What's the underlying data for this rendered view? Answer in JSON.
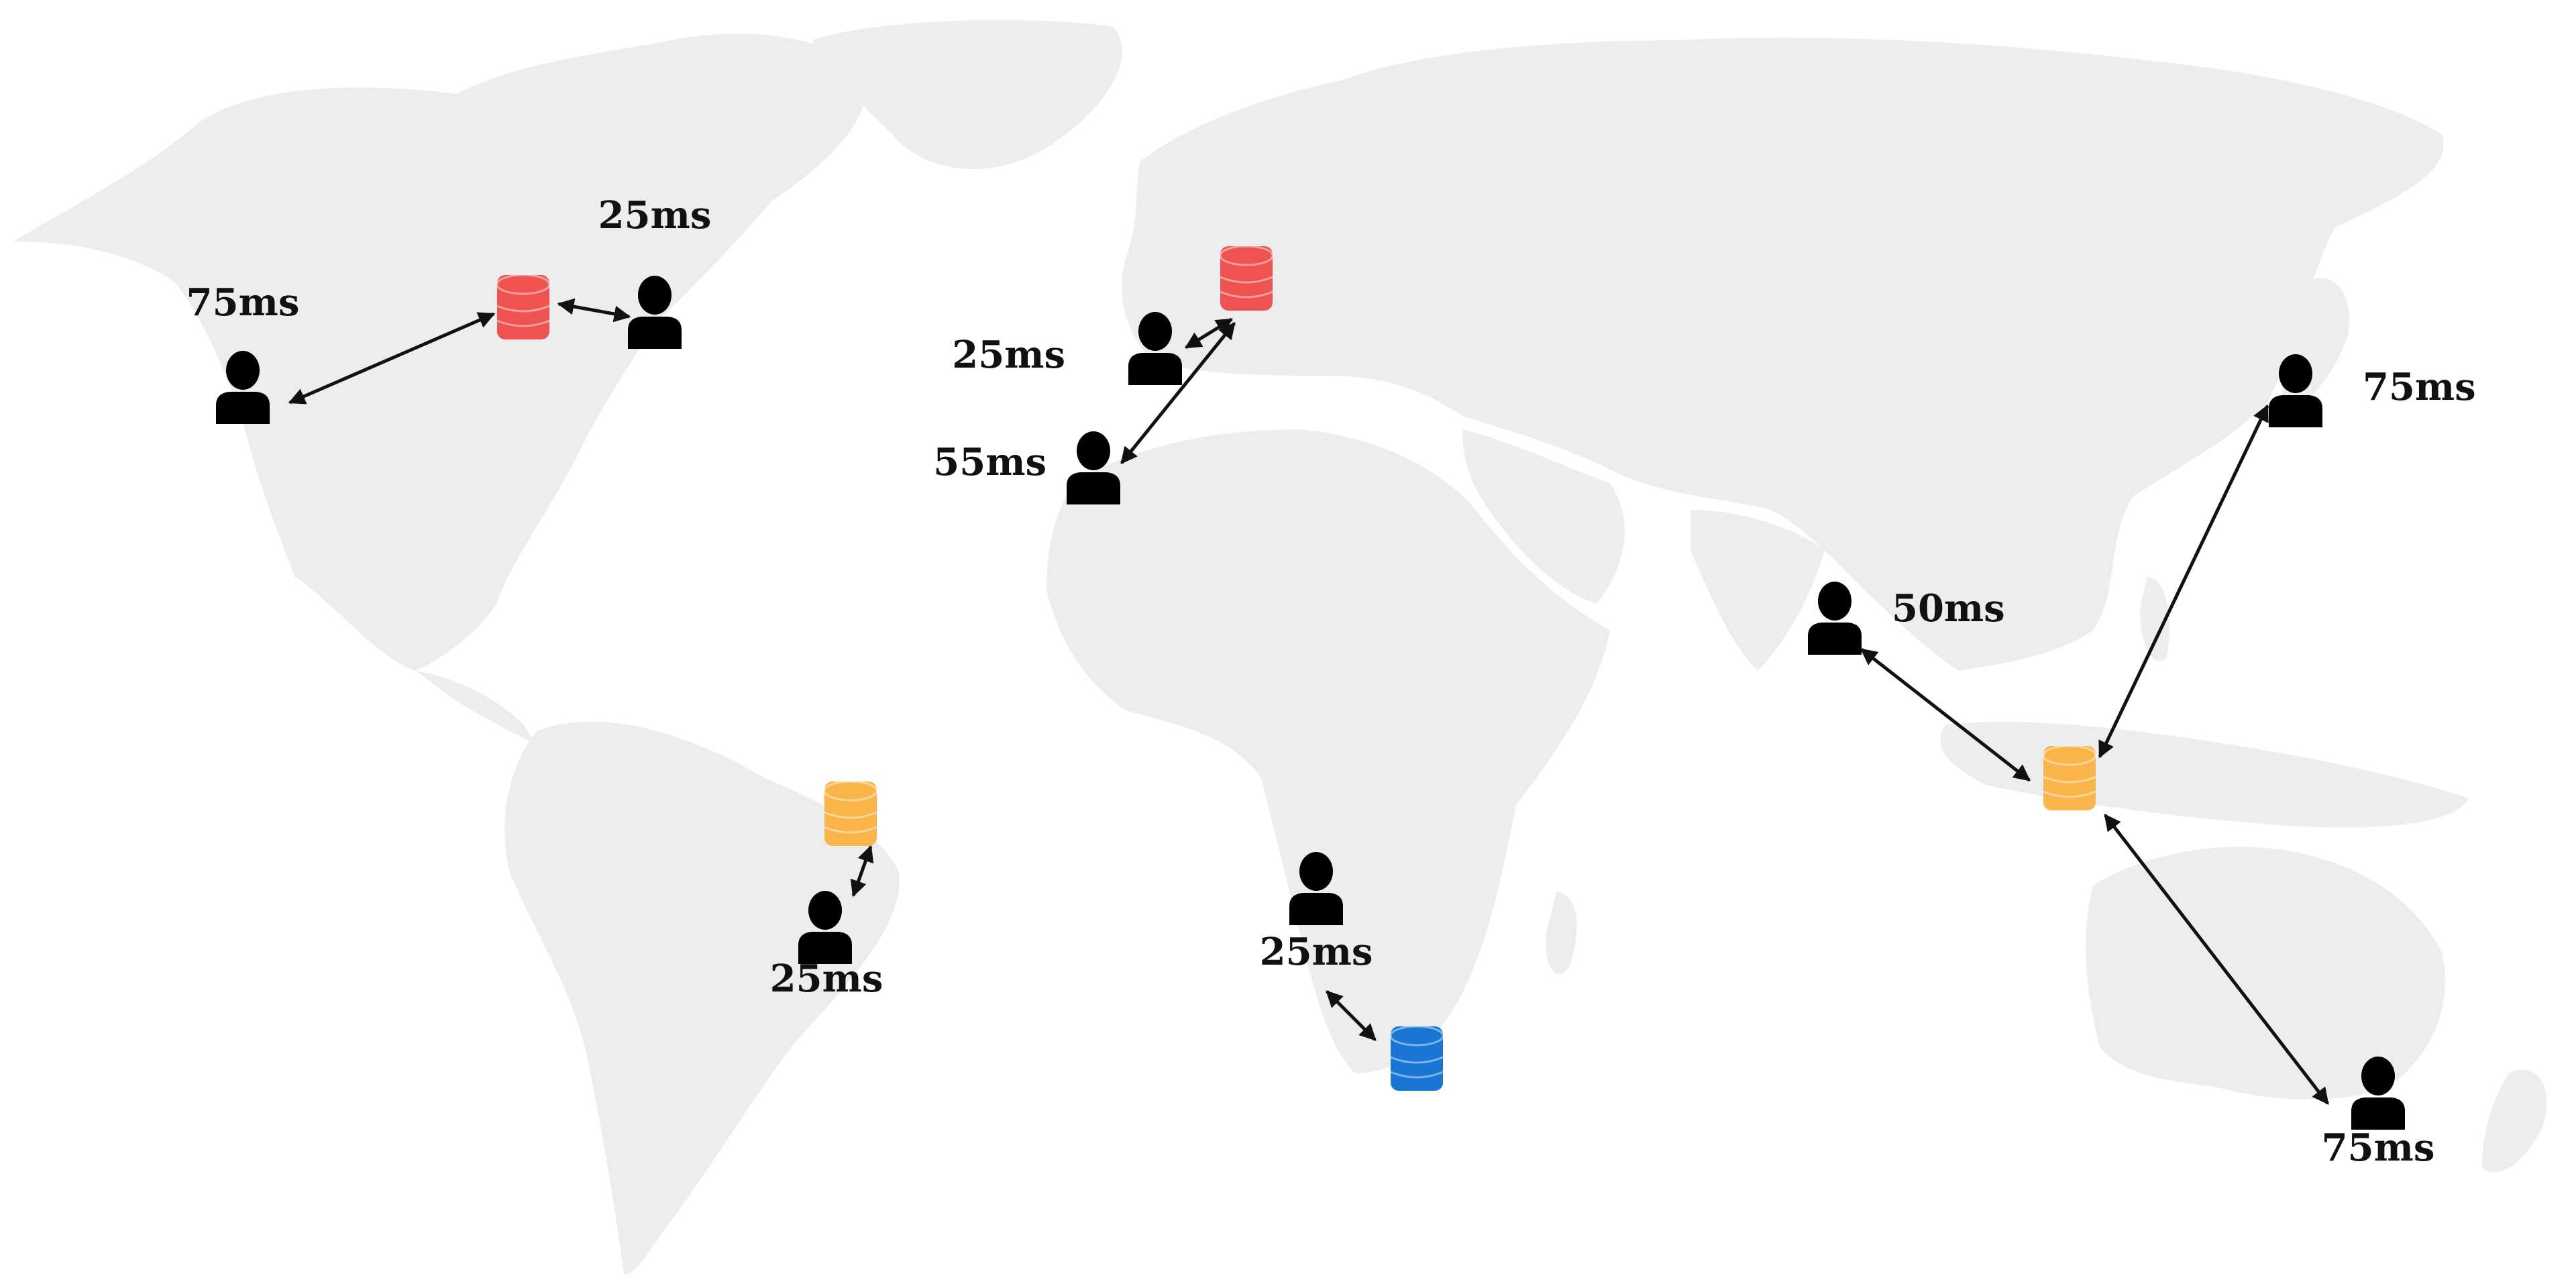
{
  "colors": {
    "land": "#ecedee",
    "user": "#000000",
    "arrow": "#111111",
    "db_red": "#ef5350",
    "db_orange": "#f9b54a",
    "db_blue": "#1976d2"
  },
  "servers": [
    {
      "id": "north-america",
      "color": "red"
    },
    {
      "id": "europe",
      "color": "red"
    },
    {
      "id": "south-america",
      "color": "orange"
    },
    {
      "id": "southeast-asia",
      "color": "orange"
    },
    {
      "id": "south-africa",
      "color": "blue"
    }
  ],
  "users": [
    {
      "id": "us-west",
      "server": "north-america",
      "latency": "75ms",
      "icon": "user-icon"
    },
    {
      "id": "us-east",
      "server": "north-america",
      "latency": "25ms",
      "icon": "user-icon"
    },
    {
      "id": "europe-central",
      "server": "europe",
      "latency": "25ms",
      "icon": "user-icon"
    },
    {
      "id": "north-africa",
      "server": "europe",
      "latency": "55ms",
      "icon": "user-icon"
    },
    {
      "id": "brazil",
      "server": "south-america",
      "latency": "25ms",
      "icon": "user-icon"
    },
    {
      "id": "southern-africa",
      "server": "south-africa",
      "latency": "25ms",
      "icon": "user-icon"
    },
    {
      "id": "india",
      "server": "southeast-asia",
      "latency": "50ms",
      "icon": "user-icon"
    },
    {
      "id": "japan",
      "server": "southeast-asia",
      "latency": "75ms",
      "icon": "user-icon"
    },
    {
      "id": "australia",
      "server": "southeast-asia",
      "latency": "75ms",
      "icon": "user-icon"
    }
  ]
}
